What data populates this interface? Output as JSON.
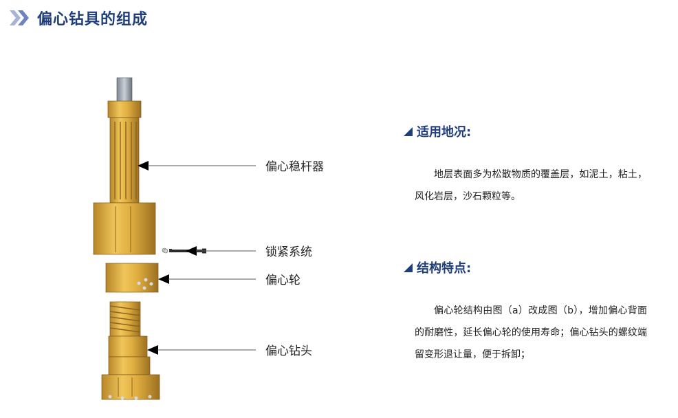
{
  "header": {
    "title": "偏心钻具的组成"
  },
  "callouts": {
    "stabilizer": "偏心稳杆器",
    "lock": "锁紧系统",
    "wheel": "偏心轮",
    "bit": "偏心钻头"
  },
  "sections": [
    {
      "title": "适用地况:",
      "text": "地层表面多为松散物质的覆盖层，如泥土，粘土，风化岩层，沙石颗粒等。"
    },
    {
      "title": "结构特点:",
      "text": "偏心轮结构由图（a）改成图（b），增加偏心背面的耐磨性，延长偏心轮的使用寿命；偏心钻头的螺纹端留变形退让量，便于拆卸；"
    }
  ],
  "colors": {
    "accent": "#1f3d7a",
    "gold": "#d9a93a",
    "gold_dark": "#a67a1e"
  }
}
